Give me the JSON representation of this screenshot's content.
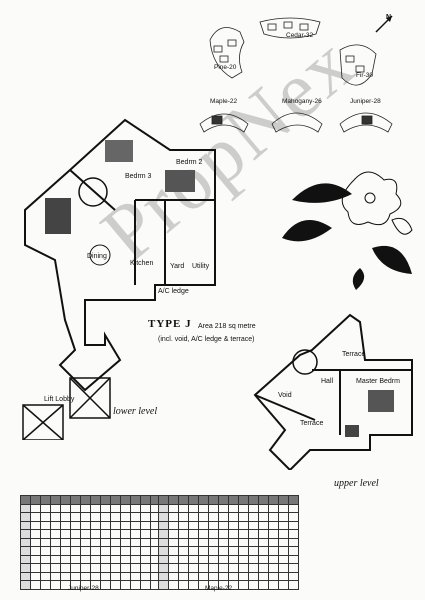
{
  "brochure": {
    "unit_type": "TYPE J",
    "area": "Area 218 sq metre",
    "area_note": "(incl. void, A/C ledge & terrace)",
    "watermark": "PropNex",
    "compass": "N"
  },
  "key_plan": {
    "blocks": [
      "Pine-20",
      "Cedar-32",
      "Fir-30",
      "Maple-22",
      "Mahogany-26",
      "Juniper-28"
    ]
  },
  "lower_level": {
    "label": "lower level",
    "rooms": [
      "Bedrm 2",
      "Bedrm 3",
      "Dining",
      "Kitchen",
      "Yard",
      "Utility",
      "A/C ledge",
      "Lift Lobby"
    ]
  },
  "upper_level": {
    "label": "upper level",
    "rooms": [
      "Terrace",
      "Hall",
      "Master Bedrm",
      "Void",
      "Terrace"
    ]
  },
  "tables": [
    {
      "caption": "Juniper-28"
    },
    {
      "caption": "Maple-22"
    }
  ]
}
